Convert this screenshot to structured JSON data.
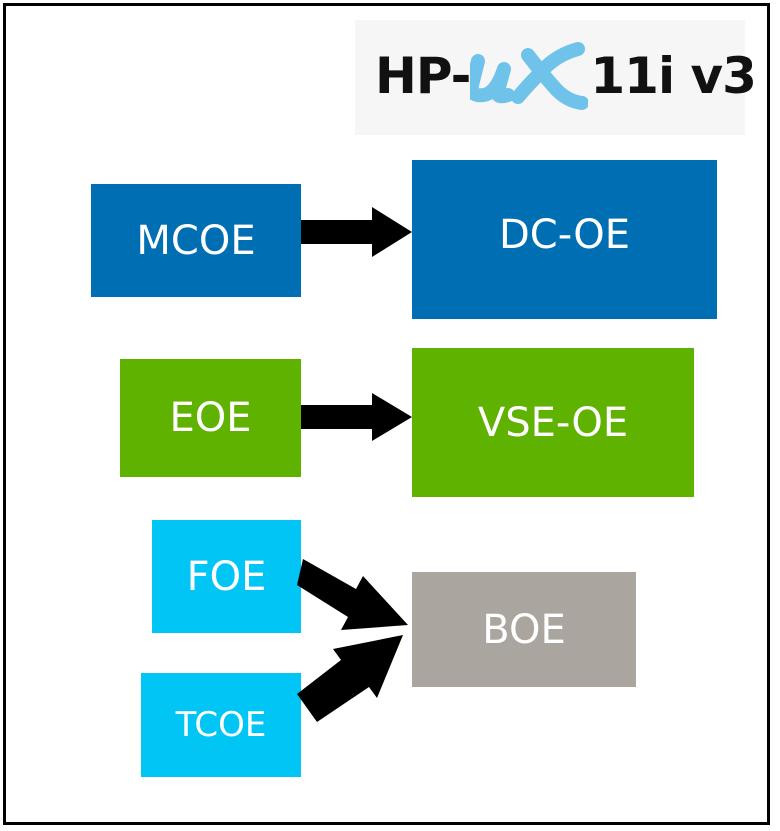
{
  "logo": {
    "prefix": "HP-",
    "suffix": "11i v3",
    "ux_mark_color": "#6fc3ea"
  },
  "nodes": {
    "mcoe": {
      "label": "MCOE",
      "color": "#006eb3"
    },
    "dcoe": {
      "label": "DC-OE",
      "color": "#006eb3"
    },
    "eoe": {
      "label": "EOE",
      "color": "#5fb300"
    },
    "vseoe": {
      "label": "VSE-OE",
      "color": "#5fb300"
    },
    "foe": {
      "label": "FOE",
      "color": "#00c5f5"
    },
    "tcoe": {
      "label": "TCOE",
      "color": "#00c5f5"
    },
    "boe": {
      "label": "BOE",
      "color": "#aaa69f"
    }
  },
  "edges": [
    {
      "from": "MCOE",
      "to": "DC-OE"
    },
    {
      "from": "EOE",
      "to": "VSE-OE"
    },
    {
      "from": "FOE",
      "to": "BOE"
    },
    {
      "from": "TCOE",
      "to": "BOE"
    }
  ],
  "arrow_color": "#000000"
}
